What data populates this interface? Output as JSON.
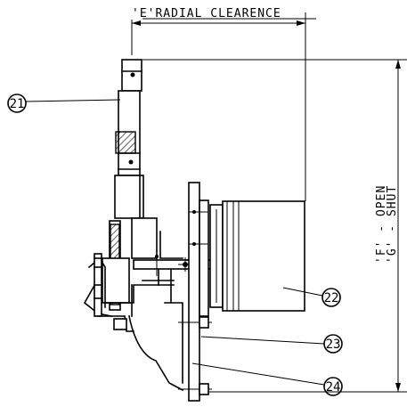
{
  "dimensions": {
    "radial_clearance_label": "'E'RADIAL CLEARENCE",
    "open_label": "'F' - OPEN",
    "shut_label": "'G' - SHUT"
  },
  "balloons": [
    {
      "id": "b21",
      "number": "21"
    },
    {
      "id": "b22",
      "number": "22"
    },
    {
      "id": "b23",
      "number": "23"
    },
    {
      "id": "b24",
      "number": "24"
    }
  ]
}
